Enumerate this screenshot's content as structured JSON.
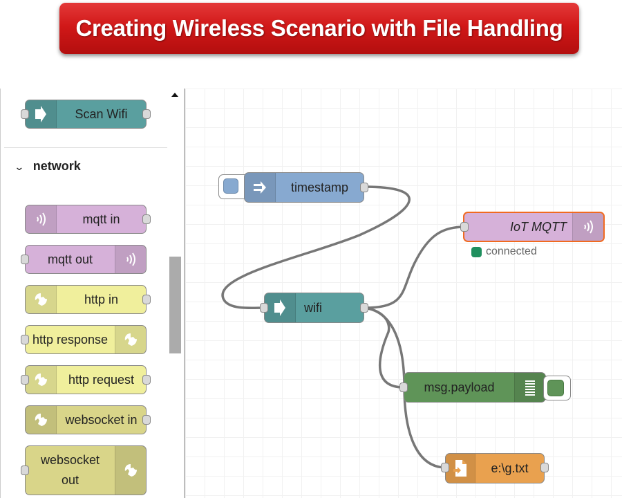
{
  "banner": {
    "title": "Creating Wireless Scenario with File Handling"
  },
  "palette": {
    "top_node": {
      "label": "Scan Wifi",
      "icon": "arrow-right-icon",
      "color": "#5a9f9f"
    },
    "category": {
      "label": "network",
      "expanded": true
    },
    "nodes": [
      {
        "label": "mqtt in",
        "icon": "mqtt-icon",
        "color": "#d6b1d9"
      },
      {
        "label": "mqtt out",
        "icon": "mqtt-icon",
        "color": "#d6b1d9"
      },
      {
        "label": "http in",
        "icon": "globe-icon",
        "color": "#f0ef9c"
      },
      {
        "label": "http response",
        "icon": "globe-icon",
        "color": "#f0ef9c"
      },
      {
        "label": "http request",
        "icon": "globe-icon",
        "color": "#f0ef9c"
      },
      {
        "label": "websocket in",
        "icon": "globe-icon",
        "color": "#d9d589"
      },
      {
        "label": "websocket out",
        "label_line1": "websocket",
        "label_line2": "out",
        "icon": "globe-icon",
        "color": "#d9d589"
      }
    ]
  },
  "flow": {
    "nodes": {
      "timestamp": {
        "label": "timestamp",
        "type": "inject",
        "color": "#87a9d0"
      },
      "wifi": {
        "label": "wifi",
        "type": "function",
        "color": "#5a9f9f"
      },
      "iot_mqtt": {
        "label": "IoT MQTT",
        "type": "mqtt out",
        "color": "#d6b1d9",
        "selected": true,
        "status": "connected",
        "status_color": "#1f8f5e"
      },
      "debug": {
        "label": "msg.payload",
        "type": "debug",
        "color": "#5f9458"
      },
      "file": {
        "label": "e:\\g.txt",
        "type": "file",
        "color": "#e9a14f"
      }
    },
    "wires": [
      {
        "from": "timestamp",
        "to": "wifi"
      },
      {
        "from": "wifi",
        "to": "iot_mqtt"
      },
      {
        "from": "wifi",
        "to": "debug"
      },
      {
        "from": "wifi",
        "to": "file"
      }
    ]
  }
}
